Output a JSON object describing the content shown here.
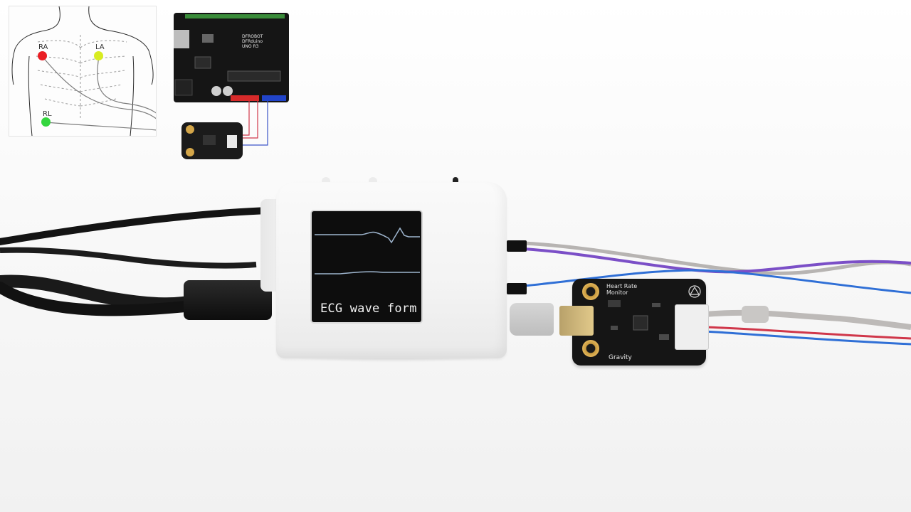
{
  "diagram": {
    "electrode_labels": {
      "ra": "RA",
      "la": "LA",
      "rl": "RL"
    },
    "arduino_silkscreen": [
      "DFROBOT",
      "DFRduino",
      "UNO R3"
    ]
  },
  "device": {
    "screen_caption": "ECG wave form"
  },
  "sensor_module": {
    "silkscreen": [
      "Heart Rate",
      "Monitor"
    ],
    "brand": "Gravity"
  },
  "colors": {
    "electrode_ra": "#ea1e24",
    "electrode_la": "#d8ec21",
    "electrode_rl": "#34d63e",
    "wire_purple": "#7b4fc7",
    "wire_blue": "#2f6fd6",
    "wire_gray": "#b7b4b2",
    "wire_red": "#d0374a"
  }
}
